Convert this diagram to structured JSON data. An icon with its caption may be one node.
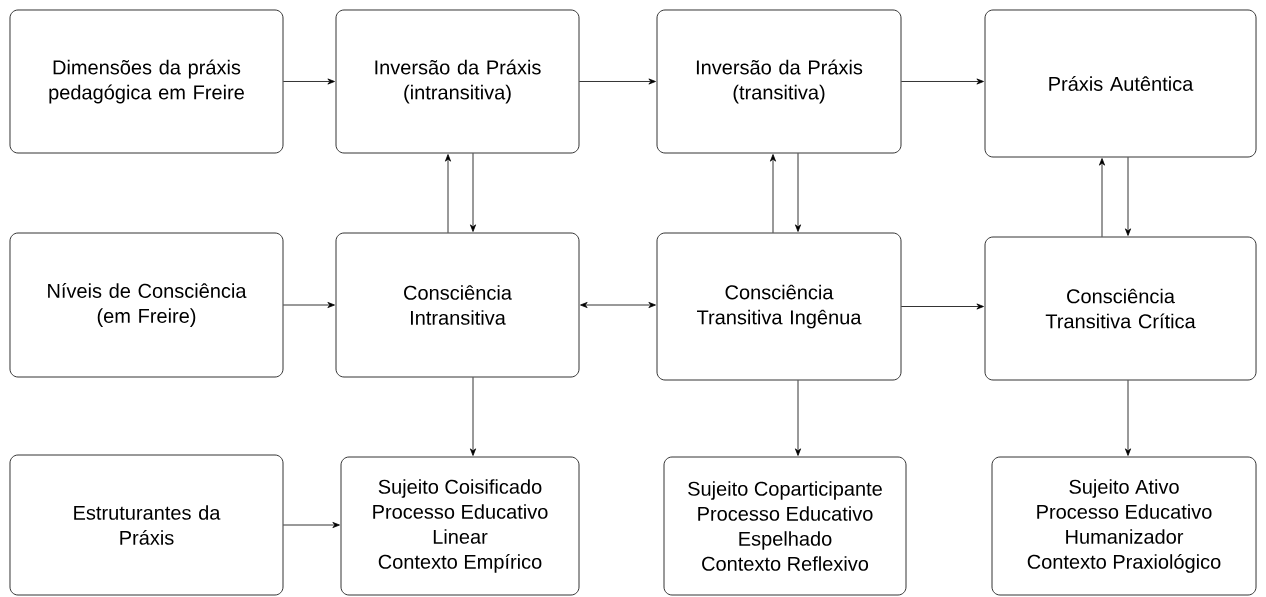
{
  "diagram": {
    "nodes": [
      {
        "text": [
          "Dimensões da práxis pedagógica em Freire"
        ]
      },
      {
        "text": [
          "Inversão da Práxis (intransitiva)"
        ]
      },
      {
        "text": [
          "Inversão da Práxis (transitiva)"
        ]
      },
      {
        "text": [
          "Práxis Autêntica"
        ]
      },
      {
        "text": [
          "Níveis de Consciência (em Freire)"
        ]
      },
      {
        "text": [
          "Consciência Intransitiva"
        ]
      },
      {
        "text": [
          "Consciência Transitiva Ingênua"
        ]
      },
      {
        "text": [
          "Consciência Transitiva Crítica"
        ]
      },
      {
        "text": [
          "Estruturantes da Práxis"
        ]
      },
      {
        "text": [
          "Sujeito Coisificado",
          "Processo Educativo",
          "Linear",
          "Contexto Empírico"
        ]
      },
      {
        "text": [
          "Sujeito Coparticipante",
          "Processo Educativo",
          "Espelhado",
          "Contexto Reflexivo"
        ]
      },
      {
        "text": [
          "Sujeito Ativo",
          "Processo Educativo",
          "Humanizador",
          "Contexto Praxiológico"
        ]
      }
    ],
    "edges": [
      {
        "from": 0,
        "to": 1,
        "arrow": "to"
      },
      {
        "from": 1,
        "to": 2,
        "arrow": "to"
      },
      {
        "from": 2,
        "to": 3,
        "arrow": "to"
      },
      {
        "from": 5,
        "to": 1,
        "arrow": "to"
      },
      {
        "from": 1,
        "to": 5,
        "arrow": "to"
      },
      {
        "from": 6,
        "to": 2,
        "arrow": "to"
      },
      {
        "from": 2,
        "to": 6,
        "arrow": "to"
      },
      {
        "from": 7,
        "to": 3,
        "arrow": "to"
      },
      {
        "from": 3,
        "to": 7,
        "arrow": "to"
      },
      {
        "from": 4,
        "to": 5,
        "arrow": "to"
      },
      {
        "from": 5,
        "to": 6,
        "arrow": "both"
      },
      {
        "from": 6,
        "to": 7,
        "arrow": "to"
      },
      {
        "from": 5,
        "to": 9,
        "arrow": "to"
      },
      {
        "from": 6,
        "to": 10,
        "arrow": "to"
      },
      {
        "from": 7,
        "to": 11,
        "arrow": "to"
      },
      {
        "from": 8,
        "to": 9,
        "arrow": "to"
      }
    ]
  }
}
